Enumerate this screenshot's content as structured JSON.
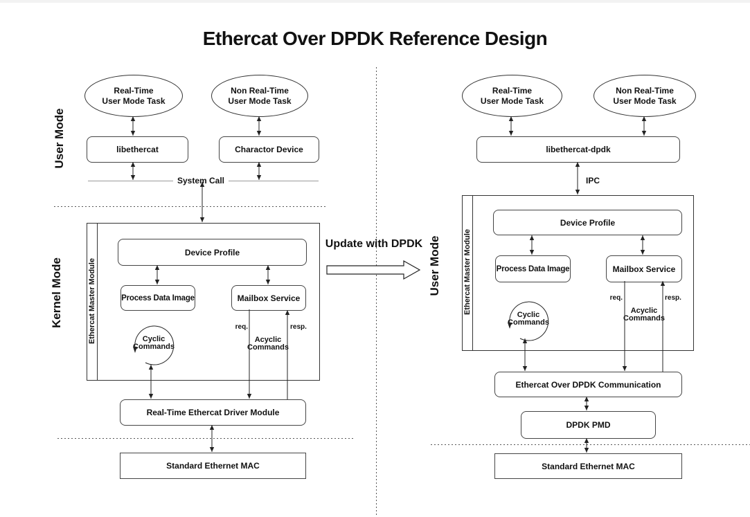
{
  "title": "Ethercat Over DPDK Reference Design",
  "update_arrow_label": "Update with DPDK",
  "left": {
    "user_mode_label": "User Mode",
    "kernel_mode_label": "Kernel Mode",
    "rt_task": {
      "line1": "Real-Time",
      "line2": "User Mode Task"
    },
    "nrt_task": {
      "line1": "Non Real-Time",
      "line2": "User Mode Task"
    },
    "libethercat": "libethercat",
    "charactor_device": "Charactor Device",
    "system_call": "System Call",
    "master_module": "Ethercat Master Module",
    "device_profile": "Device Profile",
    "process_data_image": "Process Data Image",
    "mailbox_service": "Mailbox Service",
    "cyclic": {
      "line1": "Cyclic",
      "line2": "Commands"
    },
    "req": "req.",
    "resp": "resp.",
    "acyclic": {
      "line1": "Acyclic",
      "line2": "Commands"
    },
    "driver_module": "Real-Time Ethercat Driver Module",
    "ethernet_mac": "Standard Ethernet MAC"
  },
  "right": {
    "user_mode_label": "User Mode",
    "rt_task": {
      "line1": "Real-Time",
      "line2": "User Mode Task"
    },
    "nrt_task": {
      "line1": "Non Real-Time",
      "line2": "User Mode Task"
    },
    "libethercat_dpdk": "libethercat-dpdk",
    "ipc": "IPC",
    "master_module": "Ethercat Master Module",
    "device_profile": "Device Profile",
    "process_data_image": "Process Data Image",
    "mailbox_service": "Mailbox Service",
    "cyclic": {
      "line1": "Cyclic",
      "line2": "Commands"
    },
    "req": "req.",
    "resp": "resp.",
    "acyclic": {
      "line1": "Acyclic",
      "line2": "Commands"
    },
    "dpdk_comm": "Ethercat Over DPDK Communication",
    "dpdk_pmd": "DPDK PMD",
    "ethernet_mac": "Standard Ethernet MAC"
  },
  "colors": {
    "line": "#222",
    "box_border": "#444",
    "syscall_line": "#999",
    "background": "#ffffff"
  }
}
